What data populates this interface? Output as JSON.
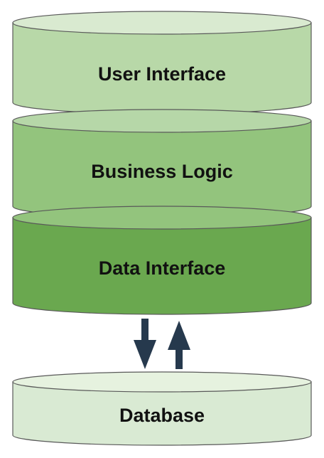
{
  "layers": [
    {
      "label": "User Interface",
      "fill": "#b8d8a8",
      "top_fill": "#d9ead0"
    },
    {
      "label": "Business Logic",
      "fill": "#93c47d",
      "top_fill": "#b6d7a8"
    },
    {
      "label": "Data Interface",
      "fill": "#6aa84f",
      "top_fill": "#93c47d"
    }
  ],
  "database": {
    "label": "Database",
    "fill": "#d9ead3",
    "top_fill": "#e6f2df"
  },
  "arrows": [
    {
      "direction": "down",
      "color": "#26394d"
    },
    {
      "direction": "up",
      "color": "#26394d"
    }
  ],
  "stroke_color": "#595959"
}
